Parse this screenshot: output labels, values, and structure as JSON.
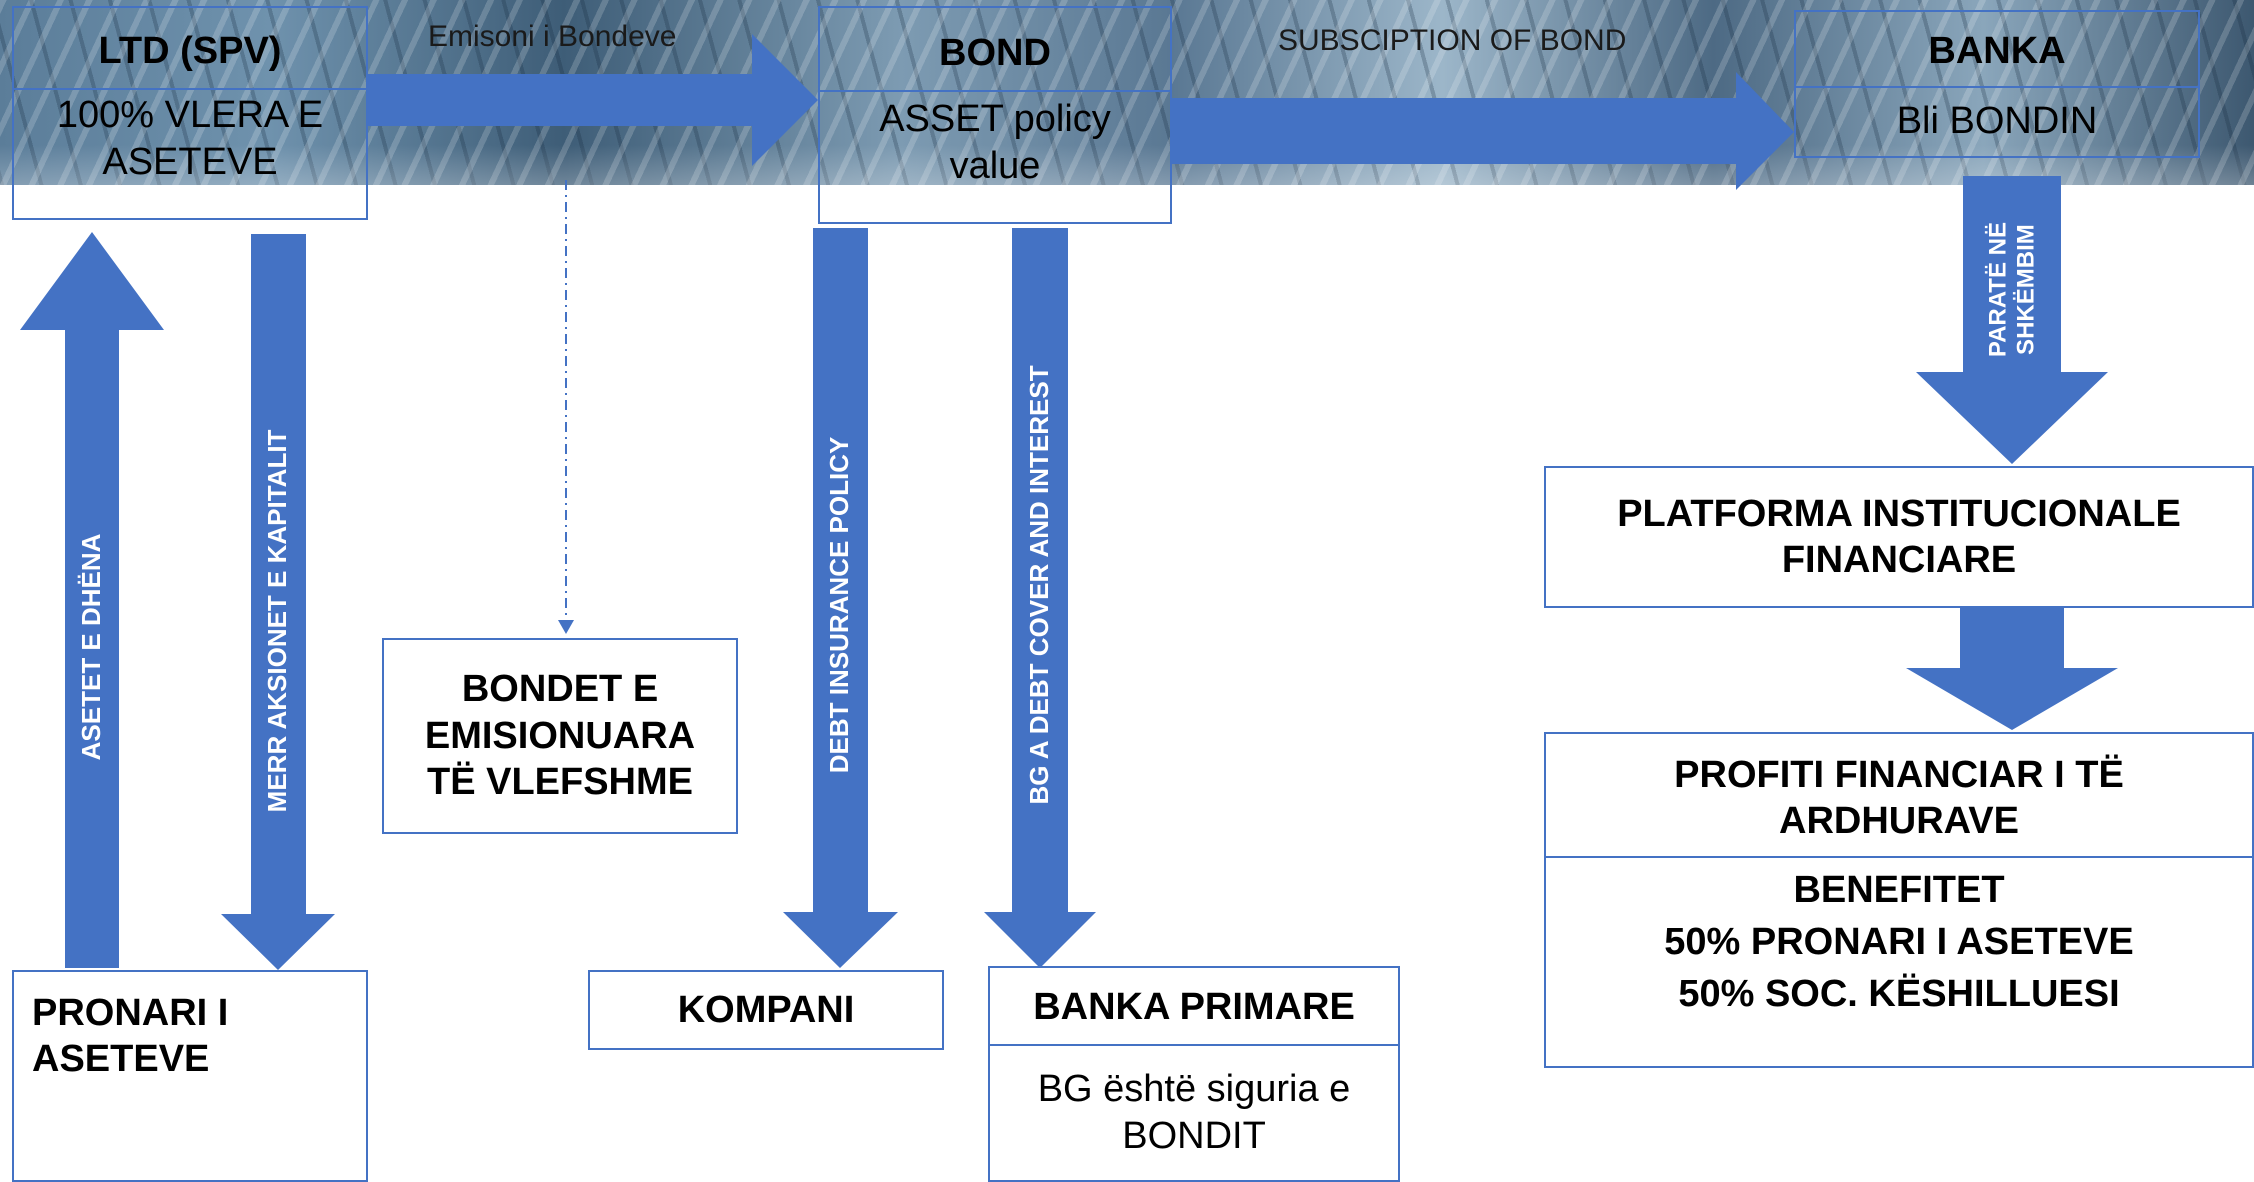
{
  "colors": {
    "arrow": "#4472c4",
    "box_border": "#4472c4",
    "label_on_arrow": "#ffffff"
  },
  "top_row": {
    "ltd": {
      "title": "LTD (SPV)",
      "body": "100% VLERA E ASETEVE"
    },
    "emission_label": "Emisoni i Bondeve",
    "bond": {
      "title": "BOND",
      "body": "ASSET policy value"
    },
    "subscription_label": "SUBSCIPTION OF BOND",
    "banka": {
      "title": "BANKA",
      "body": "Bli BONDIN"
    }
  },
  "vertical_arrows": {
    "assets_given": "ASETET E DHËNA",
    "takes_shares": "MERR AKSIONET E KAPITALIT",
    "debt_insurance": "DEBT INSURANCE POLICY",
    "bg_debt_cover": "BG A DEBT COVER AND INTEREST",
    "money_exchange_1": "PARATË NË",
    "money_exchange_2": "SHKËMBIM"
  },
  "boxes": {
    "issued_bonds": "BONDET E EMISIONUARA TË VLEFSHME",
    "owner": "PRONARI I ASETEVE",
    "company": "KOMPANI",
    "primary_bank": {
      "title": "BANKA PRIMARE",
      "body": "BG është siguria e BONDIT"
    },
    "platform": "PLATFORMA INSTITUCIONALE FINANCIARE",
    "profit": "PROFITI FINANCIAR I TË ARDHURAVE",
    "benefits": {
      "title": "BENEFITET",
      "line1": "50% PRONARI I ASETEVE",
      "line2": "50% SOC. KËSHILLUESI"
    }
  }
}
